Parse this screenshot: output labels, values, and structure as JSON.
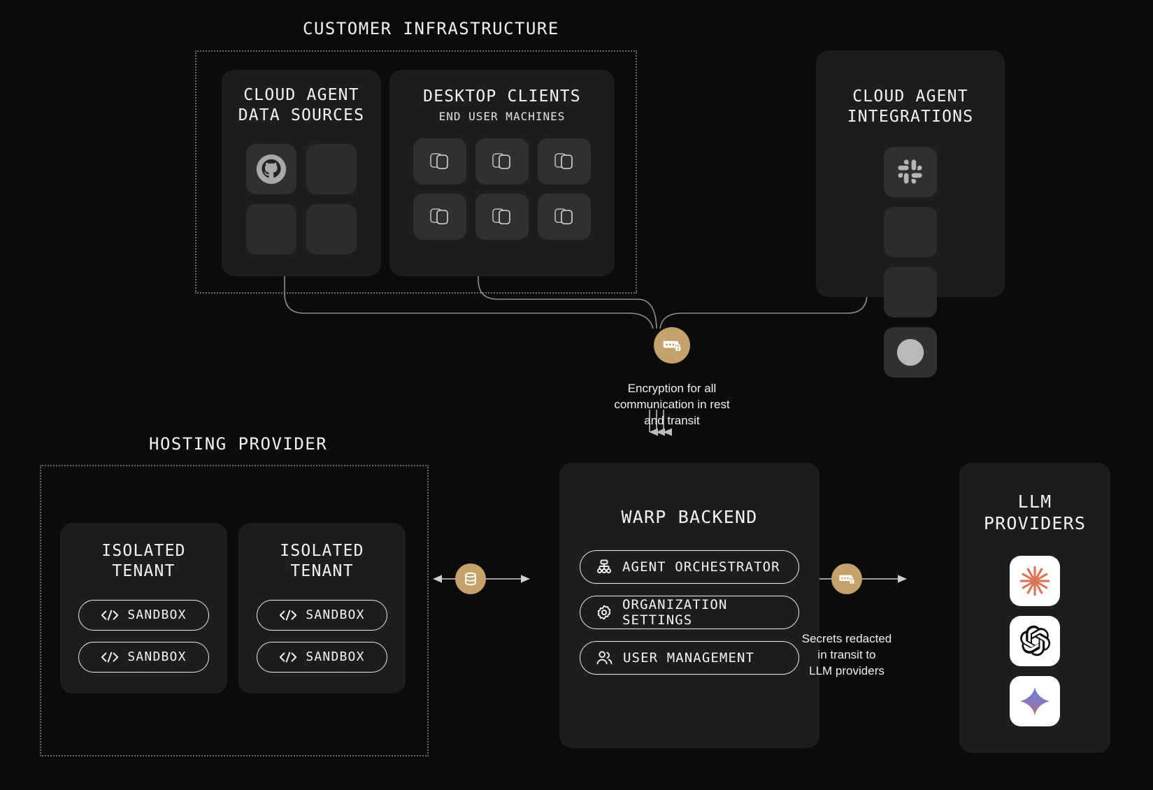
{
  "groups": {
    "customer": {
      "label": "CUSTOMER INFRASTRUCTURE"
    },
    "hosting": {
      "label": "HOSTING PROVIDER"
    }
  },
  "panels": {
    "data_sources": {
      "title": "CLOUD AGENT\nDATA SOURCES",
      "tiles": [
        "github-icon",
        "blank-tile",
        "blank-tile",
        "blank-tile"
      ]
    },
    "desktop_clients": {
      "title": "DESKTOP CLIENTS",
      "subtitle": "END USER MACHINES",
      "tiles": [
        "warp-icon",
        "warp-icon",
        "warp-icon",
        "warp-icon",
        "warp-icon",
        "warp-icon"
      ]
    },
    "integrations": {
      "title": "CLOUD AGENT\nINTEGRATIONS",
      "tiles": [
        "slack-icon",
        "blank-tile",
        "blank-tile",
        "linear-icon"
      ]
    },
    "tenant_a": {
      "title": "ISOLATED\nTENANT",
      "sandboxes": [
        {
          "label": "SANDBOX",
          "icon": "code-icon"
        },
        {
          "label": "SANDBOX",
          "icon": "code-icon"
        }
      ]
    },
    "tenant_b": {
      "title": "ISOLATED\nTENANT",
      "sandboxes": [
        {
          "label": "SANDBOX",
          "icon": "code-icon"
        },
        {
          "label": "SANDBOX",
          "icon": "code-icon"
        }
      ]
    },
    "warp_backend": {
      "title": "WARP BACKEND",
      "services": [
        {
          "label": "AGENT ORCHESTRATOR",
          "icon": "org-chart-icon"
        },
        {
          "label": "ORGANIZATION SETTINGS",
          "icon": "gear-icon"
        },
        {
          "label": "USER MANAGEMENT",
          "icon": "users-icon"
        }
      ]
    },
    "llm_providers": {
      "title": "LLM\nPROVIDERS",
      "tiles": [
        "anthropic-icon",
        "openai-icon",
        "gemini-icon"
      ]
    }
  },
  "badges": {
    "encryption": {
      "icon": "password-lock-icon",
      "caption": "Encryption for all\ncommunication in rest\nand transit"
    },
    "database": {
      "icon": "database-icon",
      "caption": ""
    },
    "secrets": {
      "icon": "password-lock-icon",
      "caption": "Secrets redacted\nin transit to\nLLM providers"
    }
  },
  "colors": {
    "background": "#0b0b0b",
    "panel": "#1d1d1d",
    "tile": "#303030",
    "accent_gold": "#c5a26b",
    "wire": "#9a9a9a",
    "text": "#f4f4f4",
    "anthropic": "#d97757",
    "gemini_top": "#5b7fd4",
    "gemini_bottom": "#c0687f"
  }
}
